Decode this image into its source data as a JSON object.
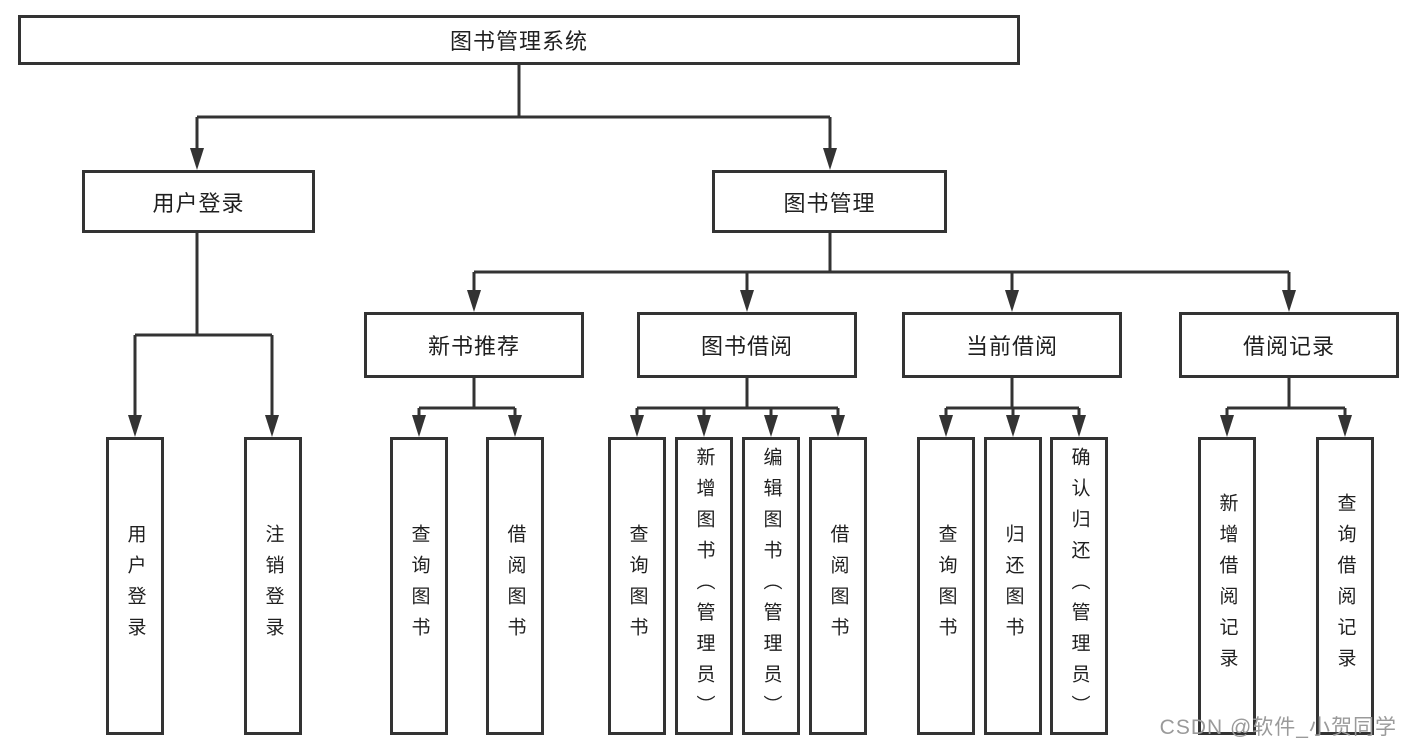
{
  "tree": {
    "label": "图书管理系统",
    "children": [
      {
        "label": "用户登录",
        "children": [
          {
            "label": "用户登录"
          },
          {
            "label": "注销登录"
          }
        ]
      },
      {
        "label": "图书管理",
        "children": [
          {
            "label": "新书推荐",
            "children": [
              {
                "label": "查询图书"
              },
              {
                "label": "借阅图书"
              }
            ]
          },
          {
            "label": "图书借阅",
            "children": [
              {
                "label": "查询图书"
              },
              {
                "label": "新增图书（管理员）"
              },
              {
                "label": "编辑图书（管理员）"
              },
              {
                "label": "借阅图书"
              }
            ]
          },
          {
            "label": "当前借阅",
            "children": [
              {
                "label": "查询图书"
              },
              {
                "label": "归还图书"
              },
              {
                "label": "确认归还（管理员）"
              }
            ]
          },
          {
            "label": "借阅记录",
            "children": [
              {
                "label": "新增借阅记录"
              },
              {
                "label": "查询借阅记录"
              }
            ]
          }
        ]
      }
    ]
  },
  "watermark": {
    "text": "CSDN @软件_小贺同学"
  },
  "colors": {
    "line": "#333333",
    "box_border": "#333333",
    "text": "#1f1f1f",
    "watermark": "#9a9a9a",
    "background": "#ffffff"
  }
}
